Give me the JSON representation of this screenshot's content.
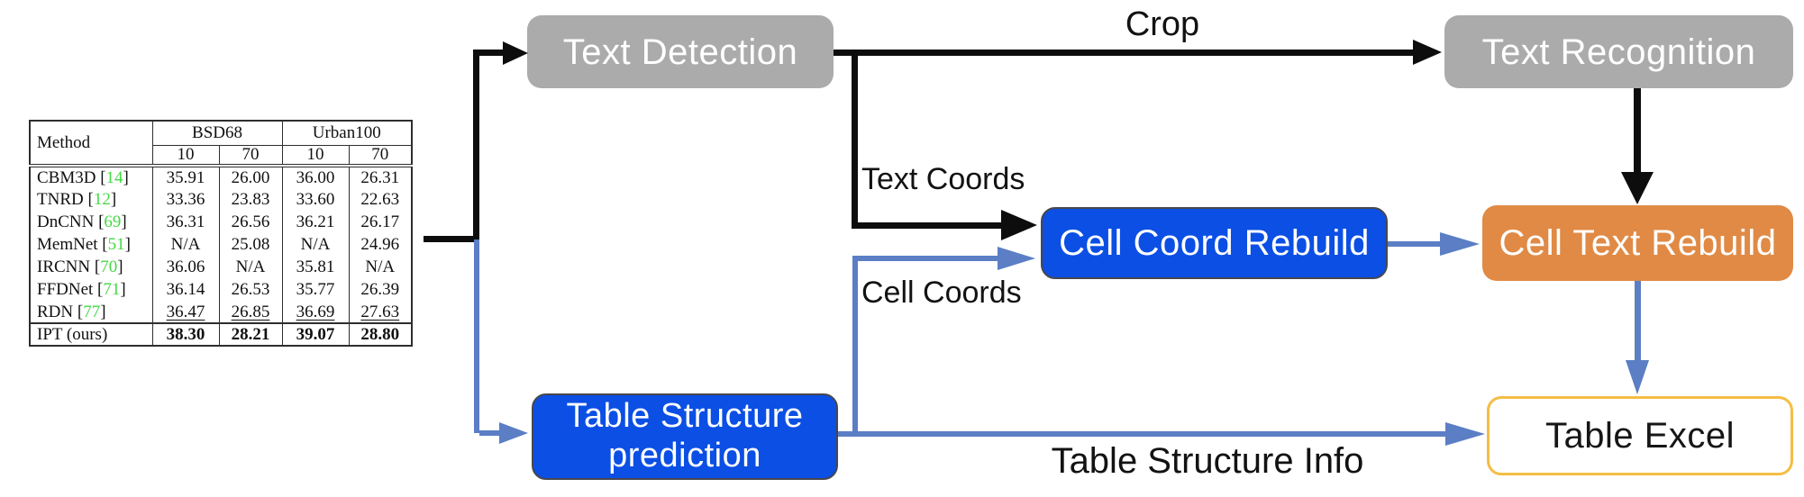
{
  "figure": {
    "nodes": {
      "text_detection": {
        "label": "Text Detection"
      },
      "text_recognition": {
        "label": "Text Recognition"
      },
      "cell_coord_rebuild": {
        "label": "Cell Coord Rebuild"
      },
      "cell_text_rebuild": {
        "label": "Cell Text Rebuild"
      },
      "table_structure_prediction": {
        "label": "Table Structure\nprediction"
      },
      "table_excel": {
        "label": "Table Excel"
      }
    },
    "edge_labels": {
      "crop": "Crop",
      "text_coords": "Text Coords",
      "cell_coords": "Cell Coords",
      "table_structure_info": "Table Structure Info"
    }
  },
  "results_table": {
    "type": "table",
    "col_groups": [
      {
        "label": "Method",
        "rowspan": 2
      },
      {
        "label": "BSD68",
        "span": 2
      },
      {
        "label": "Urban100",
        "span": 2
      }
    ],
    "subheaders": [
      "10",
      "70",
      "10",
      "70"
    ],
    "rows": [
      {
        "method": "CBM3D",
        "ref": "14",
        "values": [
          "35.91",
          "26.00",
          "36.00",
          "26.31"
        ]
      },
      {
        "method": "TNRD",
        "ref": "12",
        "values": [
          "33.36",
          "23.83",
          "33.60",
          "22.63"
        ]
      },
      {
        "method": "DnCNN",
        "ref": "69",
        "values": [
          "36.31",
          "26.56",
          "36.21",
          "26.17"
        ]
      },
      {
        "method": "MemNet",
        "ref": "51",
        "values": [
          "N/A",
          "25.08",
          "N/A",
          "24.96"
        ]
      },
      {
        "method": "IRCNN",
        "ref": "70",
        "values": [
          "36.06",
          "N/A",
          "35.81",
          "N/A"
        ]
      },
      {
        "method": "FFDNet",
        "ref": "71",
        "values": [
          "36.14",
          "26.53",
          "35.77",
          "26.39"
        ]
      },
      {
        "method": "RDN",
        "ref": "77",
        "values": [
          "36.47",
          "26.85",
          "36.69",
          "27.63"
        ],
        "underline": true
      },
      {
        "method": "IPT (ours)",
        "ref": null,
        "values": [
          "38.30",
          "28.21",
          "39.07",
          "28.80"
        ],
        "bold": true
      }
    ]
  },
  "colors": {
    "box_gray": "#ababab",
    "box_blue": "#0b4fe4",
    "box_blue_border": "#47474f",
    "box_orange": "#e08a45",
    "excel_border": "#f4bd44",
    "arrow_black": "#0d0d0d",
    "arrow_blue": "#5b7ec5",
    "cite_green": "#44d944"
  }
}
